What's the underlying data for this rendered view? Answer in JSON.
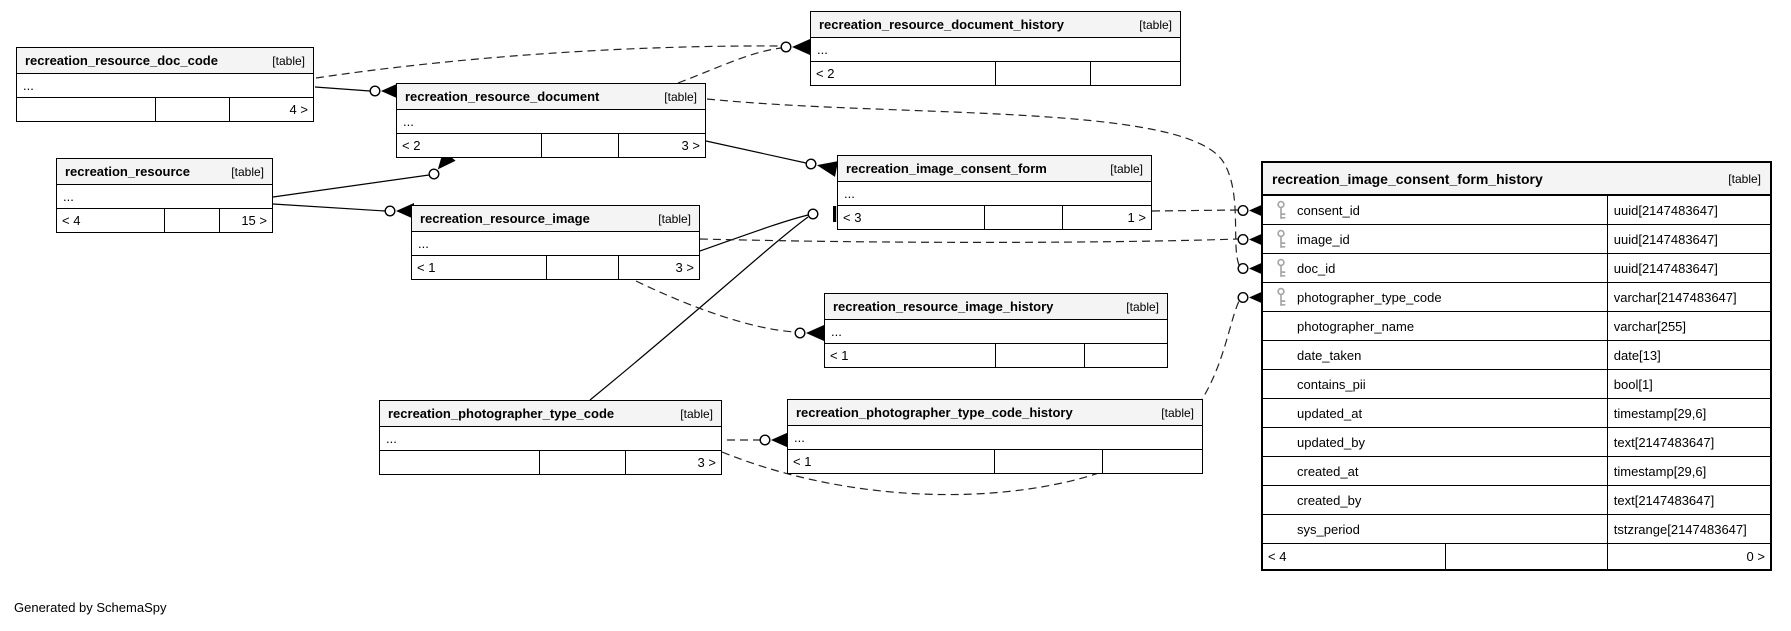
{
  "app": {
    "generated_by": "Generated by SchemaSpy"
  },
  "tables": {
    "doc_code": {
      "name": "recreation_resource_doc_code",
      "tag": "[table]",
      "more": "...",
      "footer_left": "",
      "footer_mid": "",
      "footer_right": "4 >"
    },
    "resource": {
      "name": "recreation_resource",
      "tag": "[table]",
      "more": "...",
      "footer_left": "< 4",
      "footer_mid": "",
      "footer_right": "15 >"
    },
    "document": {
      "name": "recreation_resource_document",
      "tag": "[table]",
      "more": "...",
      "footer_left": "< 2",
      "footer_mid": "",
      "footer_right": "3 >"
    },
    "document_history": {
      "name": "recreation_resource_document_history",
      "tag": "[table]",
      "more": "...",
      "footer_left": "< 2",
      "footer_mid": "",
      "footer_right": ""
    },
    "image": {
      "name": "recreation_resource_image",
      "tag": "[table]",
      "more": "...",
      "footer_left": "< 1",
      "footer_mid": "",
      "footer_right": "3 >"
    },
    "consent_form": {
      "name": "recreation_image_consent_form",
      "tag": "[table]",
      "more": "...",
      "footer_left": "< 3",
      "footer_mid": "",
      "footer_right": "1 >"
    },
    "image_history": {
      "name": "recreation_resource_image_history",
      "tag": "[table]",
      "more": "...",
      "footer_left": "< 1",
      "footer_mid": "",
      "footer_right": ""
    },
    "photographer_type_code": {
      "name": "recreation_photographer_type_code",
      "tag": "[table]",
      "more": "...",
      "footer_left": "",
      "footer_mid": "",
      "footer_right": "3 >"
    },
    "photographer_type_code_history": {
      "name": "recreation_photographer_type_code_history",
      "tag": "[table]",
      "more": "...",
      "footer_left": "< 1",
      "footer_mid": "",
      "footer_right": ""
    },
    "consent_form_history": {
      "name": "recreation_image_consent_form_history",
      "tag": "[table]",
      "footer_left": "< 4",
      "footer_mid": "",
      "footer_right": "0 >",
      "columns": [
        {
          "name": "consent_id",
          "type": "uuid[2147483647]",
          "pk": true
        },
        {
          "name": "image_id",
          "type": "uuid[2147483647]",
          "pk": true
        },
        {
          "name": "doc_id",
          "type": "uuid[2147483647]",
          "pk": true
        },
        {
          "name": "photographer_type_code",
          "type": "varchar[2147483647]",
          "pk": true
        },
        {
          "name": "photographer_name",
          "type": "varchar[255]",
          "pk": false
        },
        {
          "name": "date_taken",
          "type": "date[13]",
          "pk": false
        },
        {
          "name": "contains_pii",
          "type": "bool[1]",
          "pk": false
        },
        {
          "name": "updated_at",
          "type": "timestamp[29,6]",
          "pk": false
        },
        {
          "name": "updated_by",
          "type": "text[2147483647]",
          "pk": false
        },
        {
          "name": "created_at",
          "type": "timestamp[29,6]",
          "pk": false
        },
        {
          "name": "created_by",
          "type": "text[2147483647]",
          "pk": false
        },
        {
          "name": "sys_period",
          "type": "tstzrange[2147483647]",
          "pk": false
        }
      ]
    }
  }
}
